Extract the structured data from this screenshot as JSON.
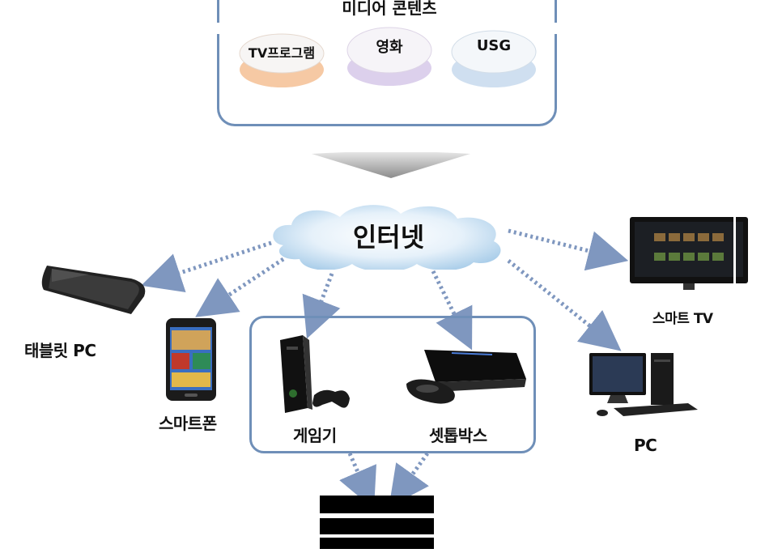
{
  "media": {
    "title": "미디어 콘텐츠",
    "items": [
      {
        "label": "TV프로그램",
        "tint": "#f6c9a4"
      },
      {
        "label": "영화",
        "tint": "#dcd0ec"
      },
      {
        "label": "USG",
        "tint": "#cfdff0"
      }
    ]
  },
  "internet": {
    "label": "인터넷"
  },
  "devices": {
    "tablet": "태블릿 PC",
    "smartphone": "스마트폰",
    "smart_tv": "스마트 TV",
    "pc": "PC",
    "game_console": "게임기",
    "settop_box": "셋톱박스"
  },
  "colors": {
    "accent": "#6f8fb8",
    "arrow": "#7f97bf",
    "cloud": "#c6dff2"
  }
}
